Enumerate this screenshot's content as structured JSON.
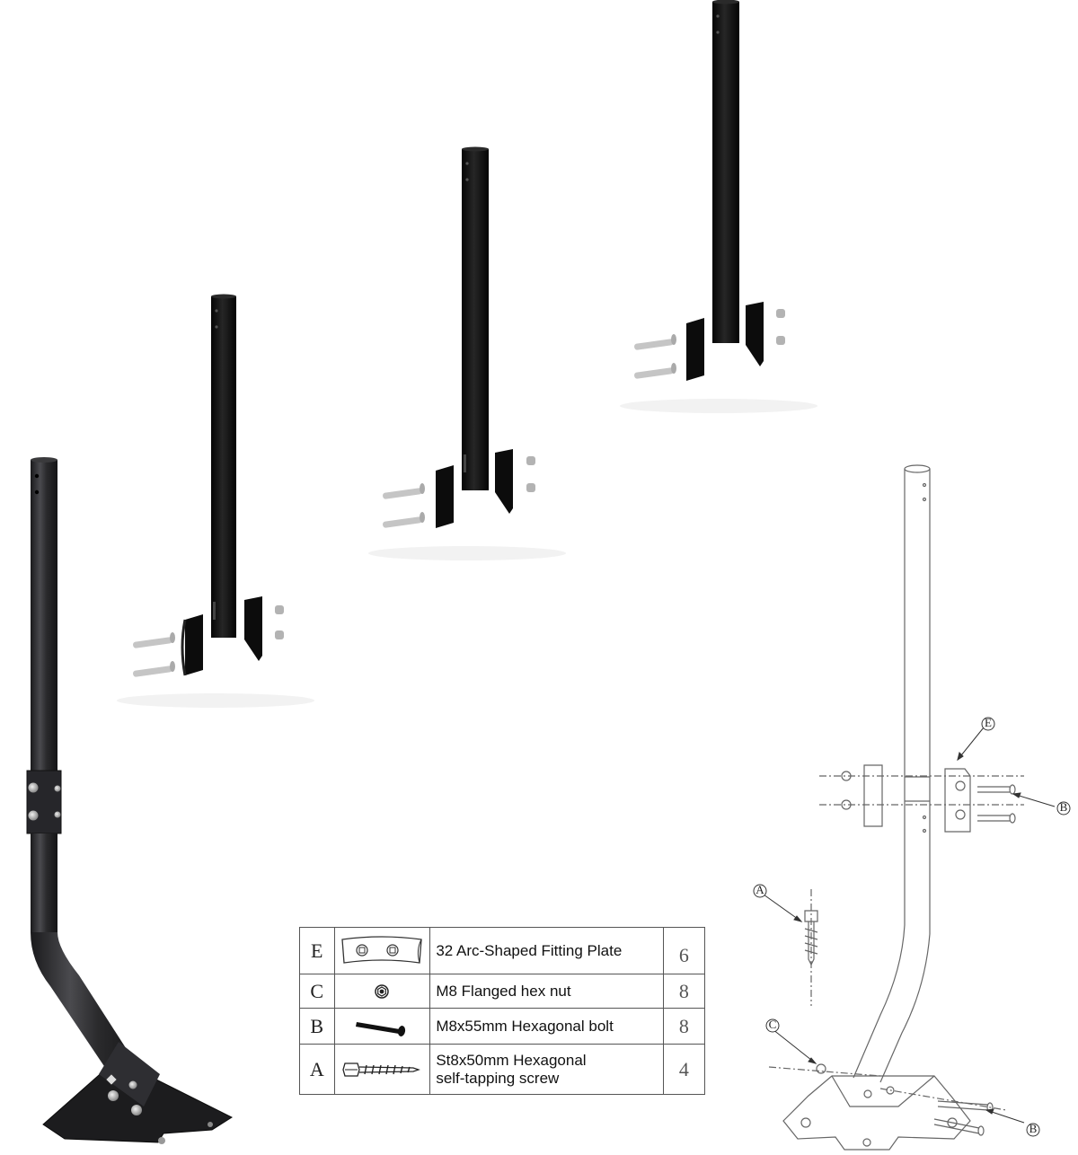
{
  "parts_table": {
    "rows": [
      {
        "letter": "E",
        "icon": "arc-fitting-plate-icon",
        "name": "32 Arc-Shaped Fitting Plate",
        "qty": "6"
      },
      {
        "letter": "C",
        "icon": "flanged-nut-icon",
        "name": "M8 Flanged hex nut",
        "qty": "8"
      },
      {
        "letter": "B",
        "icon": "hex-bolt-icon",
        "name": "M8x55mm Hexagonal bolt",
        "qty": "8"
      },
      {
        "letter": "A",
        "icon": "self-tapping-screw-icon",
        "name_line1": "St8x50mm Hexagonal",
        "name_line2": "self-tapping screw",
        "qty": "4"
      }
    ]
  },
  "diagram_callouts": {
    "e": "E",
    "b_upper": "B",
    "a": "A",
    "c": "C",
    "b_lower": "B"
  },
  "colors": {
    "pole": "#111111",
    "mast": "#2a2a2c",
    "hardware": "#b8b8b8",
    "line_art": "#666666"
  }
}
